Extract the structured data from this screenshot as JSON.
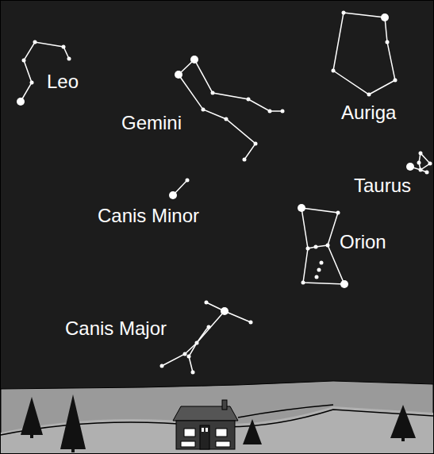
{
  "diagram": {
    "labels": [
      "Leo",
      "Gemini",
      "Auriga",
      "Taurus",
      "Canis Minor",
      "Orion",
      "Canis Major"
    ]
  }
}
